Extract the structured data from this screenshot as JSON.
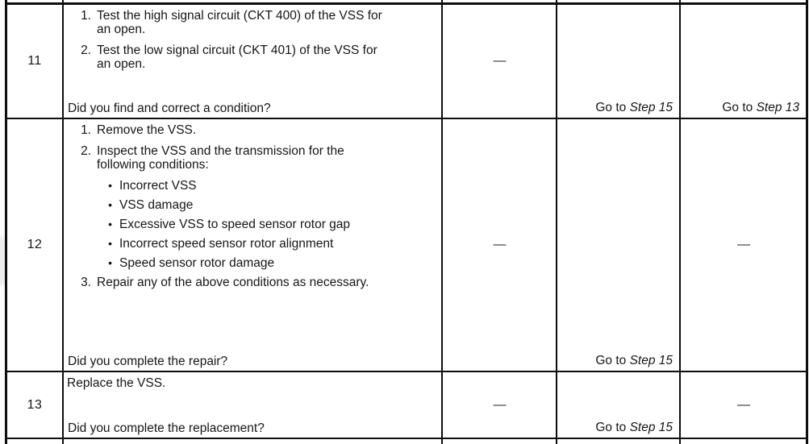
{
  "table": {
    "rows": [
      {
        "step": "11",
        "items": [
          {
            "marker": "1.",
            "text": "Test the high signal circuit (CKT 400) of the VSS for\nan open."
          },
          {
            "marker": "2.",
            "text": "Test the low signal circuit (CKT 401) of the VSS for\nan open."
          }
        ],
        "question": "Did you find and correct a condition?",
        "value": "—",
        "yes_prefix": "Go to ",
        "yes_step": "Step 15",
        "no_prefix": "Go to ",
        "no_step": "Step 13"
      },
      {
        "step": "12",
        "items": [
          {
            "marker": "1.",
            "text": "Remove the VSS."
          },
          {
            "marker": "2.",
            "text": "Inspect the VSS and the transmission for the\nfollowing conditions:"
          },
          {
            "marker": "•",
            "text": "Incorrect VSS"
          },
          {
            "marker": "•",
            "text": "VSS damage"
          },
          {
            "marker": "•",
            "text": "Excessive VSS to speed sensor rotor gap"
          },
          {
            "marker": "•",
            "text": "Incorrect speed sensor rotor alignment"
          },
          {
            "marker": "•",
            "text": "Speed sensor rotor damage"
          },
          {
            "marker": "3.",
            "text": "Repair any of the above conditions as necessary."
          }
        ],
        "question": "Did you complete the repair?",
        "value": "—",
        "yes_prefix": "Go to ",
        "yes_step": "Step 15",
        "no_value": "—"
      },
      {
        "step": "13",
        "items": [
          {
            "text": "Replace the VSS."
          }
        ],
        "question": "Did you complete the replacement?",
        "value": "—",
        "yes_prefix": "Go to ",
        "yes_step": "Step 15",
        "no_value": "—"
      }
    ]
  }
}
